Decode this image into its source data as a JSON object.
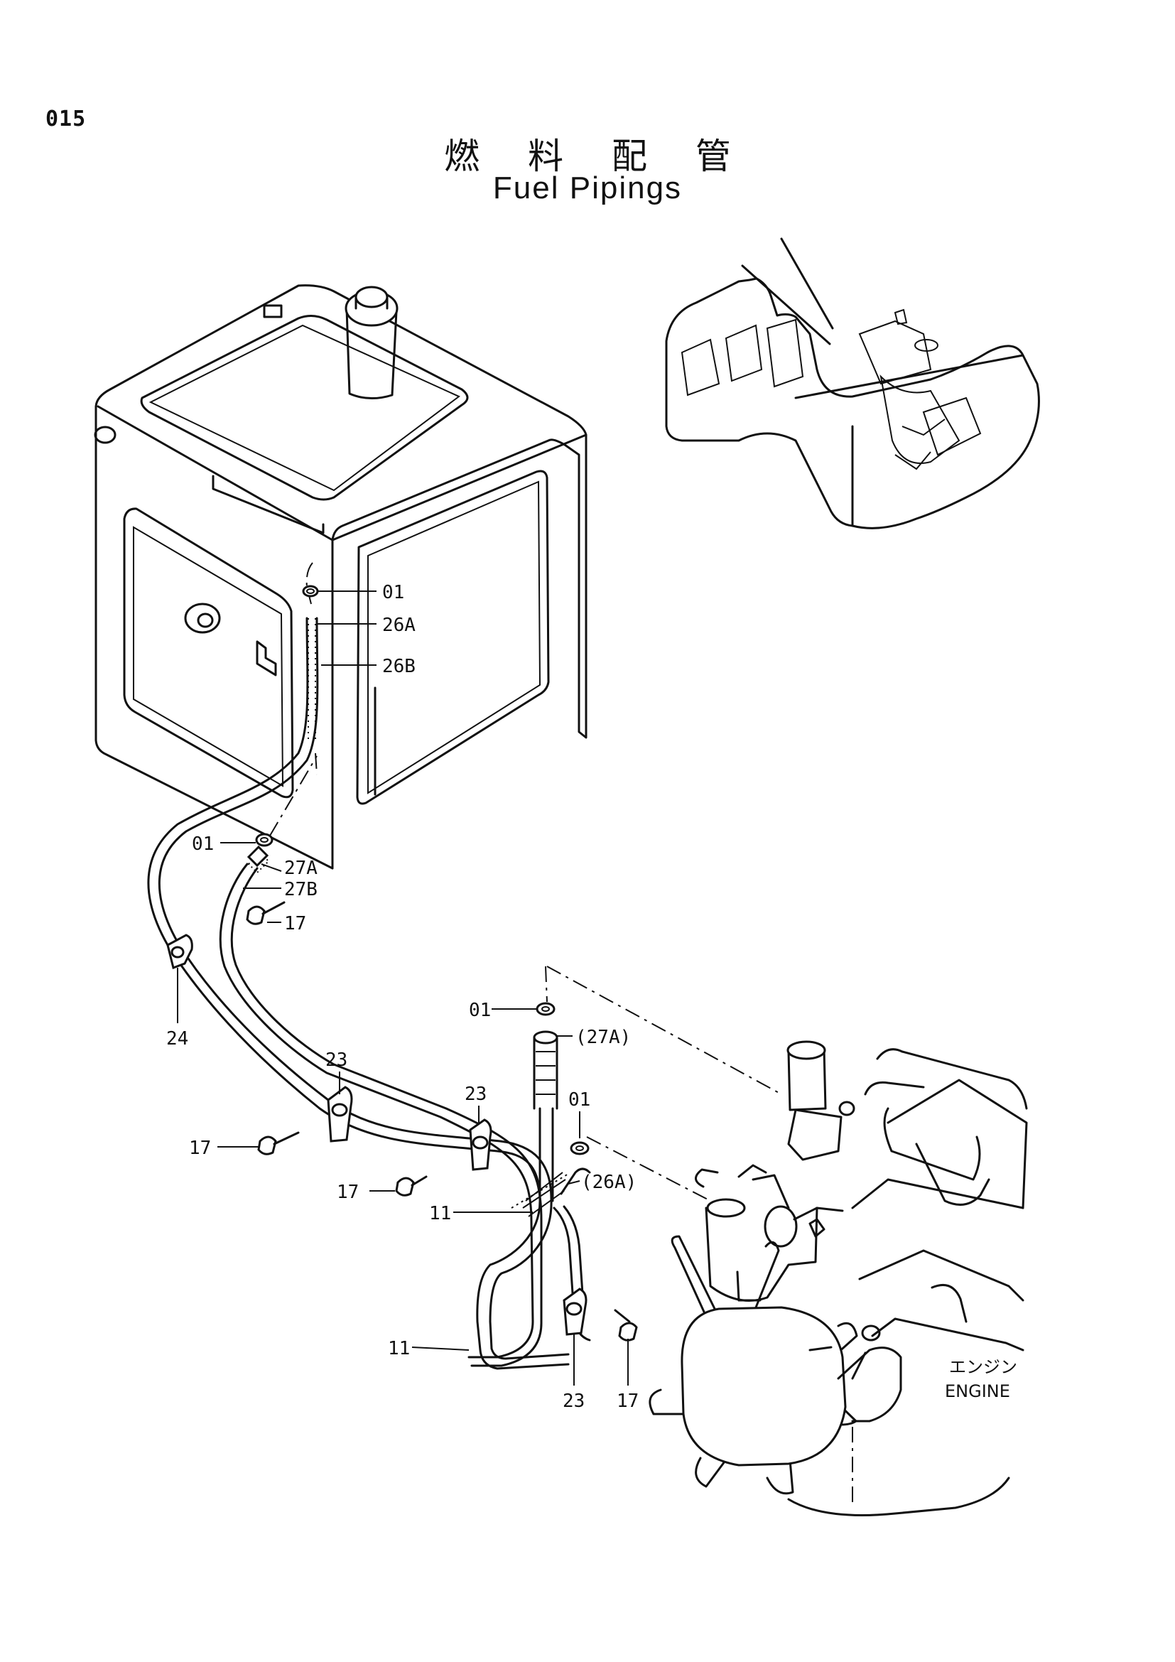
{
  "page": {
    "number": "015"
  },
  "title": {
    "japanese": "燃 料 配 管",
    "english": "Fuel Pipings"
  },
  "callouts": [
    {
      "id": "c-01-a",
      "text": "01"
    },
    {
      "id": "c-26a-a",
      "text": "26A"
    },
    {
      "id": "c-26b",
      "text": "26B"
    },
    {
      "id": "c-01-b",
      "text": "01"
    },
    {
      "id": "c-27a",
      "text": "27A"
    },
    {
      "id": "c-27b",
      "text": "27B"
    },
    {
      "id": "c-17-a",
      "text": "17"
    },
    {
      "id": "c-24",
      "text": "24"
    },
    {
      "id": "c-01-c",
      "text": "01"
    },
    {
      "id": "c-27a-paren",
      "text": "(27A)"
    },
    {
      "id": "c-23-a",
      "text": "23"
    },
    {
      "id": "c-23-b",
      "text": "23"
    },
    {
      "id": "c-01-d",
      "text": "01"
    },
    {
      "id": "c-17-b",
      "text": "17"
    },
    {
      "id": "c-17-c",
      "text": "17"
    },
    {
      "id": "c-26a-paren",
      "text": "(26A)"
    },
    {
      "id": "c-11-a",
      "text": "11"
    },
    {
      "id": "c-11-b",
      "text": "11"
    },
    {
      "id": "c-23-c",
      "text": "23"
    },
    {
      "id": "c-17-d",
      "text": "17"
    }
  ],
  "engine_label": {
    "japanese": "エンジン",
    "english": "ENGINE"
  }
}
